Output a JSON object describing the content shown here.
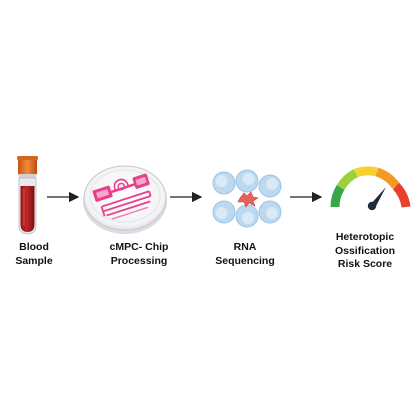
{
  "steps": [
    {
      "id": "blood-sample",
      "lines": [
        "Blood",
        "Sample"
      ],
      "icon": "blood-tube-icon"
    },
    {
      "id": "cmpc-chip",
      "lines": [
        "cMPC- Chip",
        "Processing"
      ],
      "icon": "microfluidic-chip-icon"
    },
    {
      "id": "rna-seq",
      "lines": [
        "RNA",
        "Sequencing"
      ],
      "icon": "cells-icon"
    },
    {
      "id": "risk-score",
      "lines": [
        "Heterotopic",
        "Ossification",
        "Risk Score"
      ],
      "icon": "gauge-icon"
    }
  ],
  "colors": {
    "tube_cap": "#e26a1f",
    "blood": "#a61c1c",
    "chip_pink": "#e83e8c",
    "cell_blue": "#bcd9f0",
    "cell_nucleus": "#d9e9f6",
    "center_cell": "#e8605a",
    "gauge": [
      "#3aa64a",
      "#9bcf3b",
      "#f5d231",
      "#f39a24",
      "#e8402a"
    ],
    "needle": "#1d2b3a",
    "arrow": "#222222"
  }
}
